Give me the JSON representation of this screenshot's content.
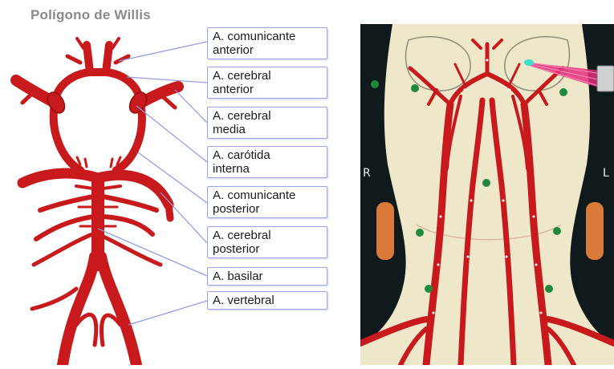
{
  "title": "Polígono de Willis",
  "labels": [
    {
      "line1": "A. comunicante",
      "line2": "anterior"
    },
    {
      "line1": "A. cerebral",
      "line2": "anterior"
    },
    {
      "line1": "A. cerebral",
      "line2": "media"
    },
    {
      "line1": "A. carótida",
      "line2": "interna"
    },
    {
      "line1": "A. comunicante",
      "line2": "posterior"
    },
    {
      "line1": "A. cerebral",
      "line2": "posterior"
    },
    {
      "line1": "A. basilar",
      "line2": ""
    },
    {
      "line1": "A. vertebral",
      "line2": ""
    }
  ],
  "right_panel": {
    "left_side_letter": "R",
    "right_side_letter": "L"
  },
  "colors": {
    "artery": "#c8191c",
    "artery_dark": "#8e0f12",
    "leader_line": "#8f9ae0",
    "skin": "#eee7c9",
    "background_dark": "#101a1c",
    "node_green": "#1f8a3e",
    "ear_orange": "#d97a3a"
  }
}
